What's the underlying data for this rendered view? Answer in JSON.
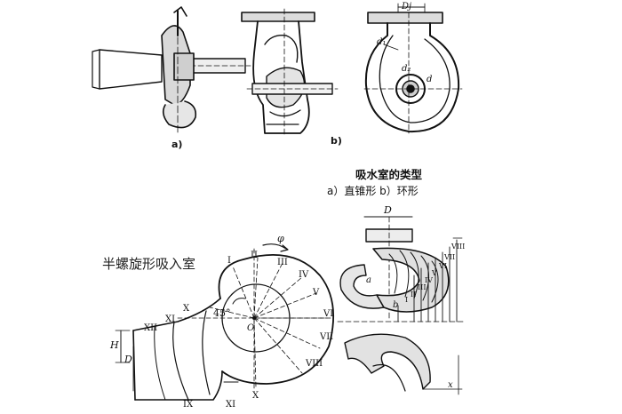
{
  "figure_labels": {
    "a": "a)",
    "b": "b)"
  },
  "caption": {
    "title": "吸水室的类型",
    "items": "a）直锥形  b）环形"
  },
  "section_title": "半螺旋形吸入室",
  "ring_chamber_labels": {
    "Dj": "Dj",
    "d1": "d₁",
    "d2": "d₂",
    "d": "d"
  },
  "semi_spiral_labels": {
    "roman": [
      "I",
      "II",
      "III",
      "IV",
      "V",
      "VI",
      "VII",
      "VIII",
      "IX",
      "X",
      "XI",
      "XII"
    ],
    "angle": "45°",
    "center": "O",
    "phi": "φ",
    "H": "H",
    "D": "D"
  },
  "section_view_labels": {
    "D": "D",
    "a": "a",
    "b": "b",
    "x": "x",
    "roman": [
      "VIII",
      "VII",
      "VI",
      "V",
      "IV",
      "III",
      "II",
      "I"
    ]
  }
}
